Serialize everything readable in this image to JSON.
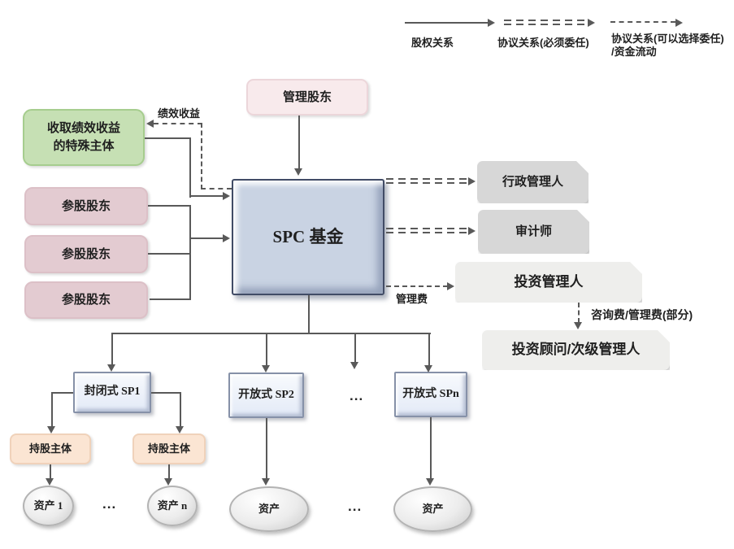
{
  "legend": {
    "solid_label": "股权关系",
    "double_dash_label": "协议关系(必须委任)",
    "dash_label_line1": "协议关系(可以选择委任)",
    "dash_label_line2": "/资金流动"
  },
  "nodes": {
    "management_shareholder": "管理股东",
    "special_entity_line1": "收取绩效收益",
    "special_entity_line2": "的特殊主体",
    "shareholders": [
      "参股股东",
      "参股股东",
      "参股股东"
    ],
    "spc_fund": "SPC 基金",
    "admin_manager": "行政管理人",
    "auditor": "审计师",
    "investment_manager": "投资管理人",
    "investment_advisor": "投资顾问/次级管理人",
    "sp_closed_1": "封闭式 SP1",
    "sp_open_2": "开放式 SP2",
    "sp_open_n": "开放式 SPn",
    "holding_entity_1": "持股主体",
    "holding_entity_2": "持股主体",
    "asset_1": "资产 1",
    "asset_n": "资产 n",
    "asset_open_2": "资产",
    "asset_open_n": "资产"
  },
  "edge_labels": {
    "performance_income": "绩效收益",
    "management_fee": "管理费",
    "advisory_fee": "咨询费/管理费(部分)"
  },
  "ellipsis": "...",
  "colors": {
    "arrow": "#595959",
    "spc_fill": "#c9d3e3",
    "green_fill": "#c6e0b4",
    "pink_light_fill": "#f8eaec",
    "rose_fill": "#e3cbd1",
    "grey_fill": "#d7d7d7",
    "light_grey_fill": "#eeeeec",
    "sp_fill": "#e3eaf7",
    "peach_fill": "#fbe5d3"
  }
}
